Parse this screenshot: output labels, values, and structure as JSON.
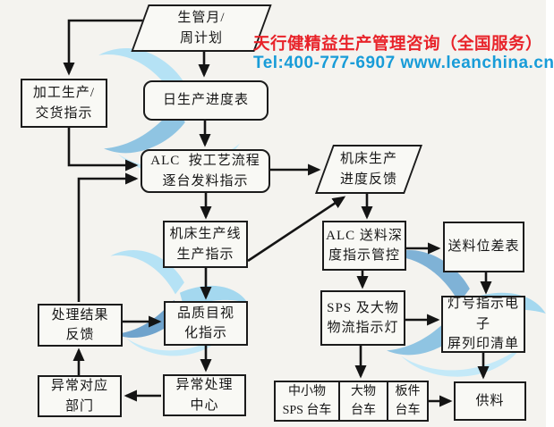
{
  "header": {
    "brand": "天行健精益生产管理咨询（全国服务）",
    "brand_color": "#e8232a",
    "contact": "Tel:400-777-6907 www.leanchina.cn",
    "contact_color": "#189cd8"
  },
  "watermark": {
    "name": "leanchina-swoosh-logo",
    "color_light": "#b5e2f5",
    "color_mid": "#7fb2d6"
  },
  "colors": {
    "background": "#f4f3ef",
    "box_fill": "#f9f9f5",
    "line": "#1b1b1b"
  },
  "nodes": {
    "plan": {
      "label": "生管月/\n周计划",
      "shape": "parallelogram"
    },
    "process": {
      "label": "加工生产/\n交货指示",
      "shape": "rect"
    },
    "daily": {
      "label": "日生产进度表",
      "shape": "rounded"
    },
    "alc1": {
      "label": "ALC  按工艺流程\n逐台发料指示",
      "shape": "rounded"
    },
    "feedback": {
      "label": "机床生产\n进度反馈",
      "shape": "parallelogram"
    },
    "machineLine": {
      "label": "机床生产线\n生产指示",
      "shape": "rect"
    },
    "alc2": {
      "label": "ALC 送料深\n度指示管控",
      "shape": "rect"
    },
    "gapTable": {
      "label": "送料位差表",
      "shape": "rect"
    },
    "sps": {
      "label": "SPS 及大物\n物流指示灯",
      "shape": "rect"
    },
    "lightSign": {
      "label": "灯号指示电子\n屏列印清单",
      "shape": "rect"
    },
    "result": {
      "label": "处理结果\n反馈",
      "shape": "rect"
    },
    "quality": {
      "label": "品质目视\n化指示",
      "shape": "rect"
    },
    "abnDept": {
      "label": "异常对应\n部门",
      "shape": "rect"
    },
    "abnCenter": {
      "label": "异常处理\n中心",
      "shape": "rect"
    },
    "cart1": {
      "label": "中小物\nSPS 台车",
      "shape": "rect"
    },
    "cart2": {
      "label": "大物\n台车",
      "shape": "rect"
    },
    "cart3": {
      "label": "板件\n台车",
      "shape": "rect"
    },
    "supply": {
      "label": "供料",
      "shape": "rect"
    }
  },
  "edges": [
    {
      "from": "plan",
      "to": "process"
    },
    {
      "from": "plan",
      "to": "daily"
    },
    {
      "from": "daily",
      "to": "alc1"
    },
    {
      "from": "process",
      "to": "alc1"
    },
    {
      "from": "result",
      "to": "alc1"
    },
    {
      "from": "alc1",
      "to": "feedback"
    },
    {
      "from": "alc1",
      "to": "machineLine"
    },
    {
      "from": "machineLine",
      "to": "feedback"
    },
    {
      "from": "feedback",
      "to": "alc2"
    },
    {
      "from": "alc2",
      "to": "gapTable"
    },
    {
      "from": "alc2",
      "to": "sps"
    },
    {
      "from": "gapTable",
      "to": "lightSign"
    },
    {
      "from": "sps",
      "to": "lightSign"
    },
    {
      "from": "sps",
      "to": "carts"
    },
    {
      "from": "lightSign",
      "to": "supply"
    },
    {
      "from": "cart3",
      "to": "supply"
    },
    {
      "from": "machineLine",
      "to": "quality"
    },
    {
      "from": "quality",
      "to": "abnCenter"
    },
    {
      "from": "abnCenter",
      "to": "abnDept"
    },
    {
      "from": "abnDept",
      "to": "result"
    },
    {
      "from": "result",
      "to": "quality"
    }
  ]
}
